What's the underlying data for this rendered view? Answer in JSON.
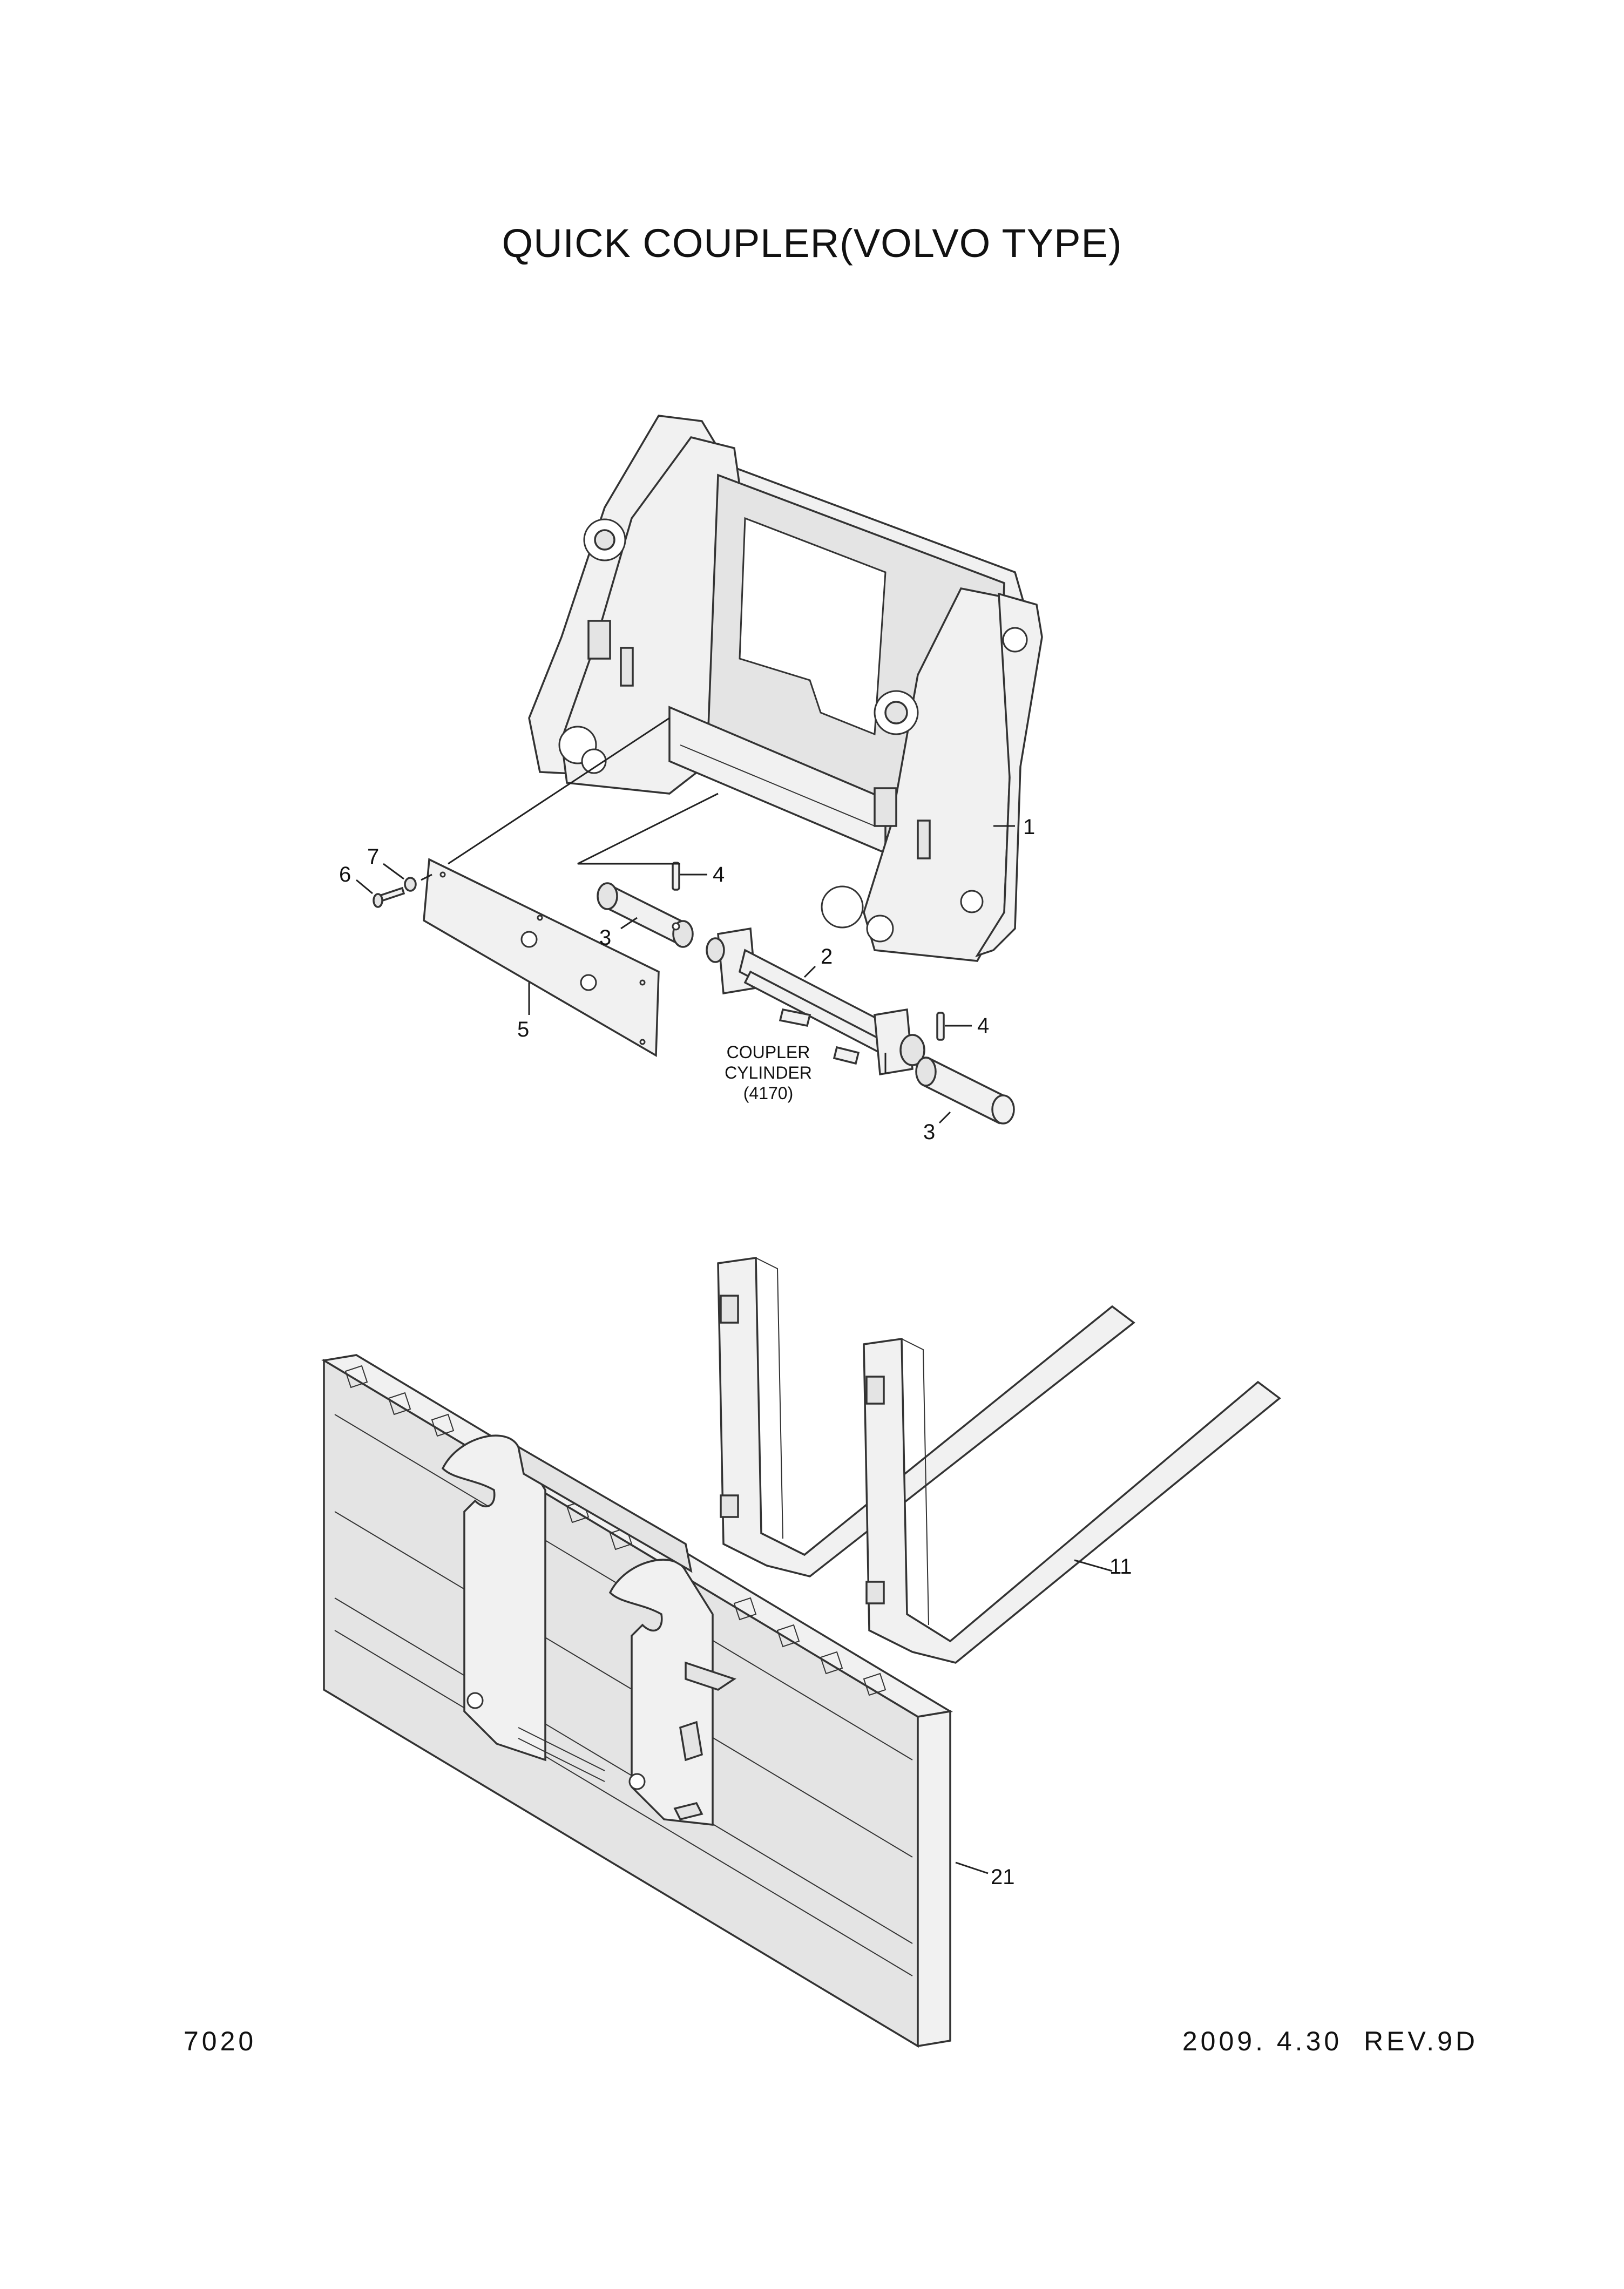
{
  "title": "QUICK COUPLER(VOLVO TYPE)",
  "labels": {
    "l1": "1",
    "l2": "2",
    "l3a": "3",
    "l3b": "3",
    "l4a": "4",
    "l4b": "4",
    "l5": "5",
    "l6": "6",
    "l7": "7",
    "l11": "11",
    "l21": "21"
  },
  "cylinder_note": {
    "line1": "COUPLER",
    "line2": "CYLINDER",
    "line3": "(4170)"
  },
  "footer": {
    "page": "7020",
    "date_rev": "2009. 4.30  REV.9D"
  }
}
